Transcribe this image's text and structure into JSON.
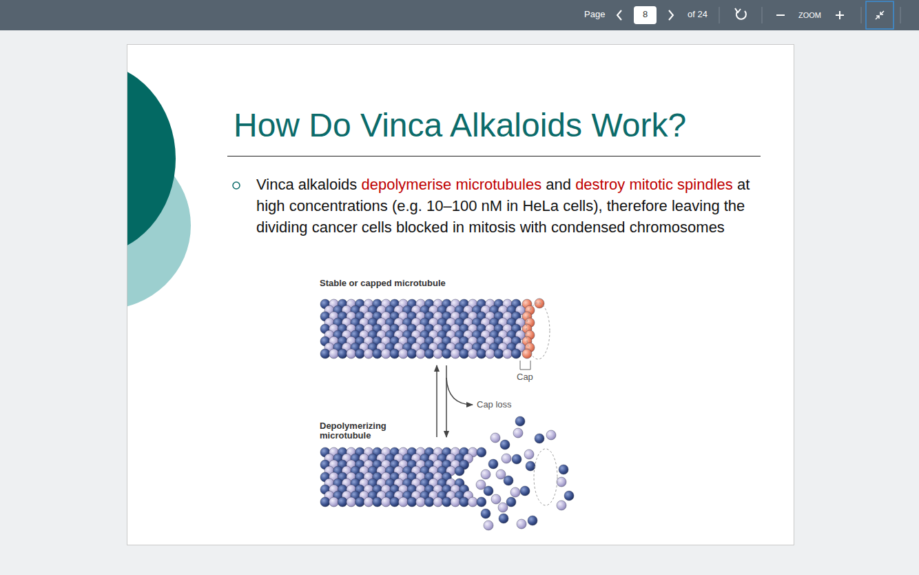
{
  "diagram": {
    "title": "How Do Vinca Alkaloids Work?",
    "labels": [
      "Page",
      "8",
      "of 24",
      "ZOOM",
      "Vinca alkaloids",
      "depolymerise microtubules",
      "and",
      "destroy mitotic spindles",
      "at high concentrations (e.g. 10–100 nM in HeLa cells), therefore leaving the dividing cancer cells blocked in mitosis with condensed chromosomes",
      "Stable or capped microtubule",
      "Cap",
      "Cap loss",
      "Depolymerizing microtubule"
    ]
  }
}
